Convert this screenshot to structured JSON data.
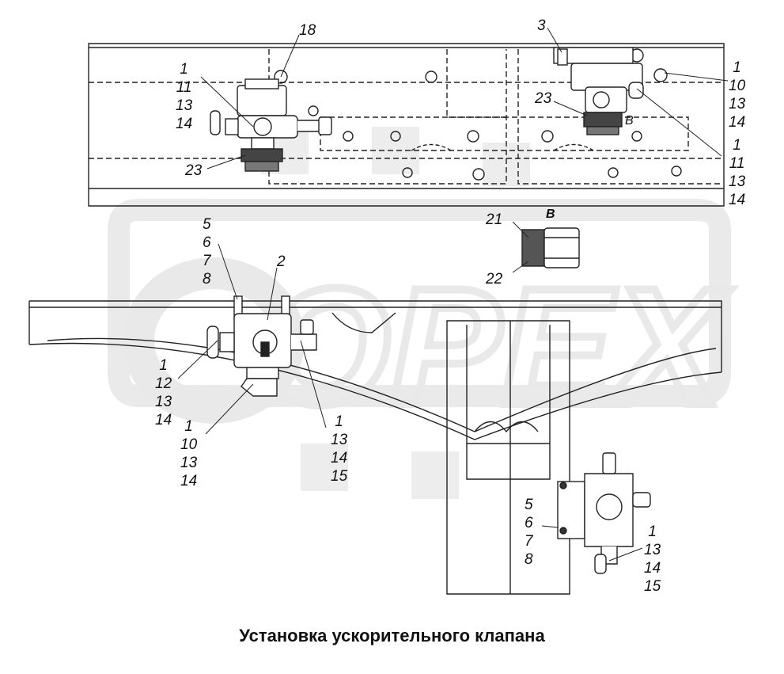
{
  "caption": "Установка ускорительного клапана",
  "watermark": "OPEX",
  "view_label": "В",
  "callouts": {
    "tl_stack": [
      "1",
      "11",
      "13",
      "14"
    ],
    "tl_18": "18",
    "tl_23": "23",
    "tr_3": "3",
    "tr_stack_a": [
      "1",
      "10",
      "13",
      "14"
    ],
    "tr_23": "23",
    "tr_b": "В",
    "tr_stack_b": [
      "1",
      "11",
      "13",
      "14"
    ],
    "v_b": "В",
    "v_21": "21",
    "v_22": "22",
    "m_stack_a": [
      "5",
      "6",
      "7",
      "8"
    ],
    "m_2": "2",
    "m_stack_b": [
      "1",
      "12",
      "13",
      "14"
    ],
    "m_stack_c": [
      "1",
      "10",
      "13",
      "14"
    ],
    "m_stack_d": [
      "1",
      "13",
      "14",
      "15"
    ],
    "br_stack_a": [
      "5",
      "6",
      "7",
      "8"
    ],
    "br_stack_b": [
      "1",
      "13",
      "14",
      "15"
    ]
  }
}
